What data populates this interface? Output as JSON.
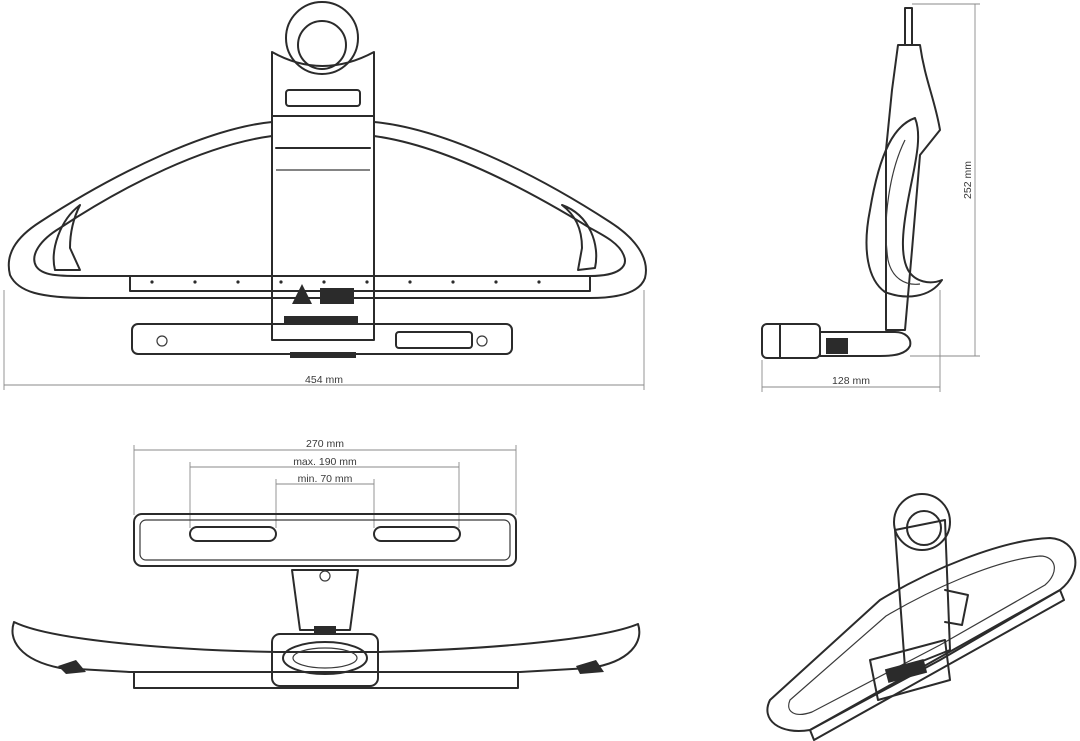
{
  "dimensions": {
    "front_width": "454 mm",
    "side_depth": "128 mm",
    "side_height": "252 mm",
    "top_total": "270 mm",
    "top_max": "max. 190 mm",
    "top_min": "min. 70 mm"
  },
  "colors": {
    "line": "#2b2b2b",
    "dimension": "#8a8a8a",
    "background": "#ffffff"
  }
}
